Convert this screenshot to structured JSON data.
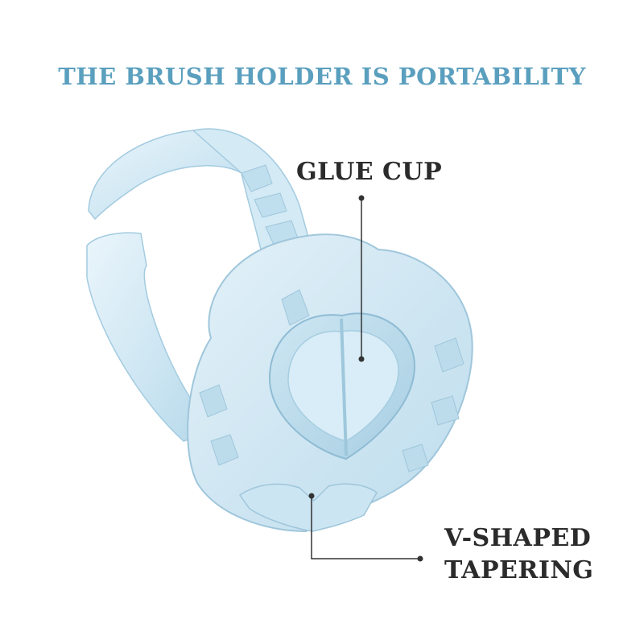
{
  "headline": "THE BRUSH HOLDER IS PORTABILITY",
  "callouts": {
    "glue_cup": "GLUE CUP",
    "v_shaped_line1": "V-SHAPED",
    "v_shaped_line2": "TAPERING"
  },
  "colors": {
    "headline": "#5a9fbe",
    "callout_text": "#2b2b2b",
    "ring_light": "#e6f3fa",
    "ring_mid": "#c6e2f0",
    "ring_dark": "#a9d0e4",
    "leader_line": "#333333"
  },
  "product": "ring-glue-holder-illustration"
}
